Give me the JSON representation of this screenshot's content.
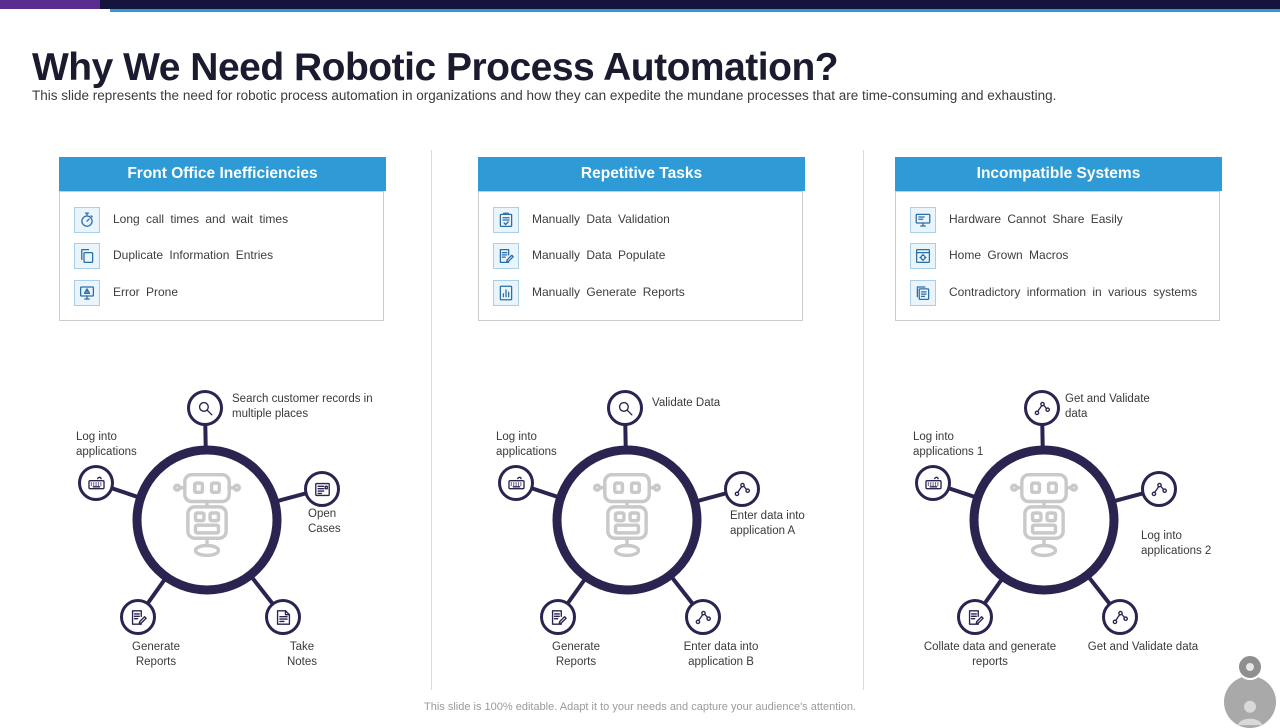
{
  "slide": {
    "title": "Why We Need Robotic Process Automation?",
    "subtitle": "This slide represents the need for robotic process automation in organizations and how they can expedite the mundane processes that are time-consuming and exhausting.",
    "footer": "This slide is 100% editable. Adapt it to your needs and capture your audience's attention."
  },
  "colors": {
    "accent_blue": "#2E9BD6",
    "dark_navy": "#2B2350",
    "purple": "#5C2D91",
    "topbar_dark": "#17133F",
    "robot_gray": "#C9C9C9"
  },
  "columns": [
    {
      "header": "Front Office Inefficiencies",
      "items": [
        {
          "icon": "stopwatch-icon",
          "text": "Long call times and wait times"
        },
        {
          "icon": "duplicate-icon",
          "text": "Duplicate Information Entries"
        },
        {
          "icon": "error-icon",
          "text": "Error Prone"
        }
      ],
      "diagram": {
        "nodes": [
          {
            "pos": "top",
            "icon": "search-icon",
            "label": "Search customer records in multiple places"
          },
          {
            "pos": "left",
            "icon": "keyboard-icon",
            "label": "Log into applications"
          },
          {
            "pos": "right",
            "icon": "open-cases-icon",
            "label": "Open Cases"
          },
          {
            "pos": "bottom-left",
            "icon": "generate-reports-icon",
            "label": "Generate Reports"
          },
          {
            "pos": "bottom-right",
            "icon": "take-notes-icon",
            "label": "Take Notes"
          }
        ]
      }
    },
    {
      "header": "Repetitive Tasks",
      "items": [
        {
          "icon": "data-validation-icon",
          "text": "Manually Data Validation"
        },
        {
          "icon": "data-populate-icon",
          "text": "Manually Data Populate"
        },
        {
          "icon": "generate-reports-icon",
          "text": "Manually Generate Reports"
        }
      ],
      "diagram": {
        "nodes": [
          {
            "pos": "top",
            "icon": "search-icon",
            "label": "Validate Data"
          },
          {
            "pos": "left",
            "icon": "keyboard-icon",
            "label": "Log into applications"
          },
          {
            "pos": "right",
            "icon": "data-flow-icon",
            "label": "Enter data into application A"
          },
          {
            "pos": "bottom-left",
            "icon": "generate-reports-icon",
            "label": "Generate Reports"
          },
          {
            "pos": "bottom-right",
            "icon": "data-flow-icon",
            "label": "Enter data into application B"
          }
        ]
      }
    },
    {
      "header": "Incompatible Systems",
      "items": [
        {
          "icon": "hardware-icon",
          "text": "Hardware Cannot Share Easily"
        },
        {
          "icon": "macros-icon",
          "text": "Home Grown Macros"
        },
        {
          "icon": "contradictory-icon",
          "text": "Contradictory information in various systems"
        }
      ],
      "diagram": {
        "nodes": [
          {
            "pos": "top",
            "icon": "data-flow-icon",
            "label": "Get and Validate data"
          },
          {
            "pos": "left",
            "icon": "keyboard-icon",
            "label": "Log into applications 1"
          },
          {
            "pos": "right",
            "icon": "data-flow-icon",
            "label": "Log into applications 2"
          },
          {
            "pos": "bottom-left",
            "icon": "generate-reports-icon",
            "label": "Collate data and generate reports"
          },
          {
            "pos": "bottom-right",
            "icon": "data-flow-icon",
            "label": "Get and Validate data"
          }
        ]
      }
    }
  ]
}
